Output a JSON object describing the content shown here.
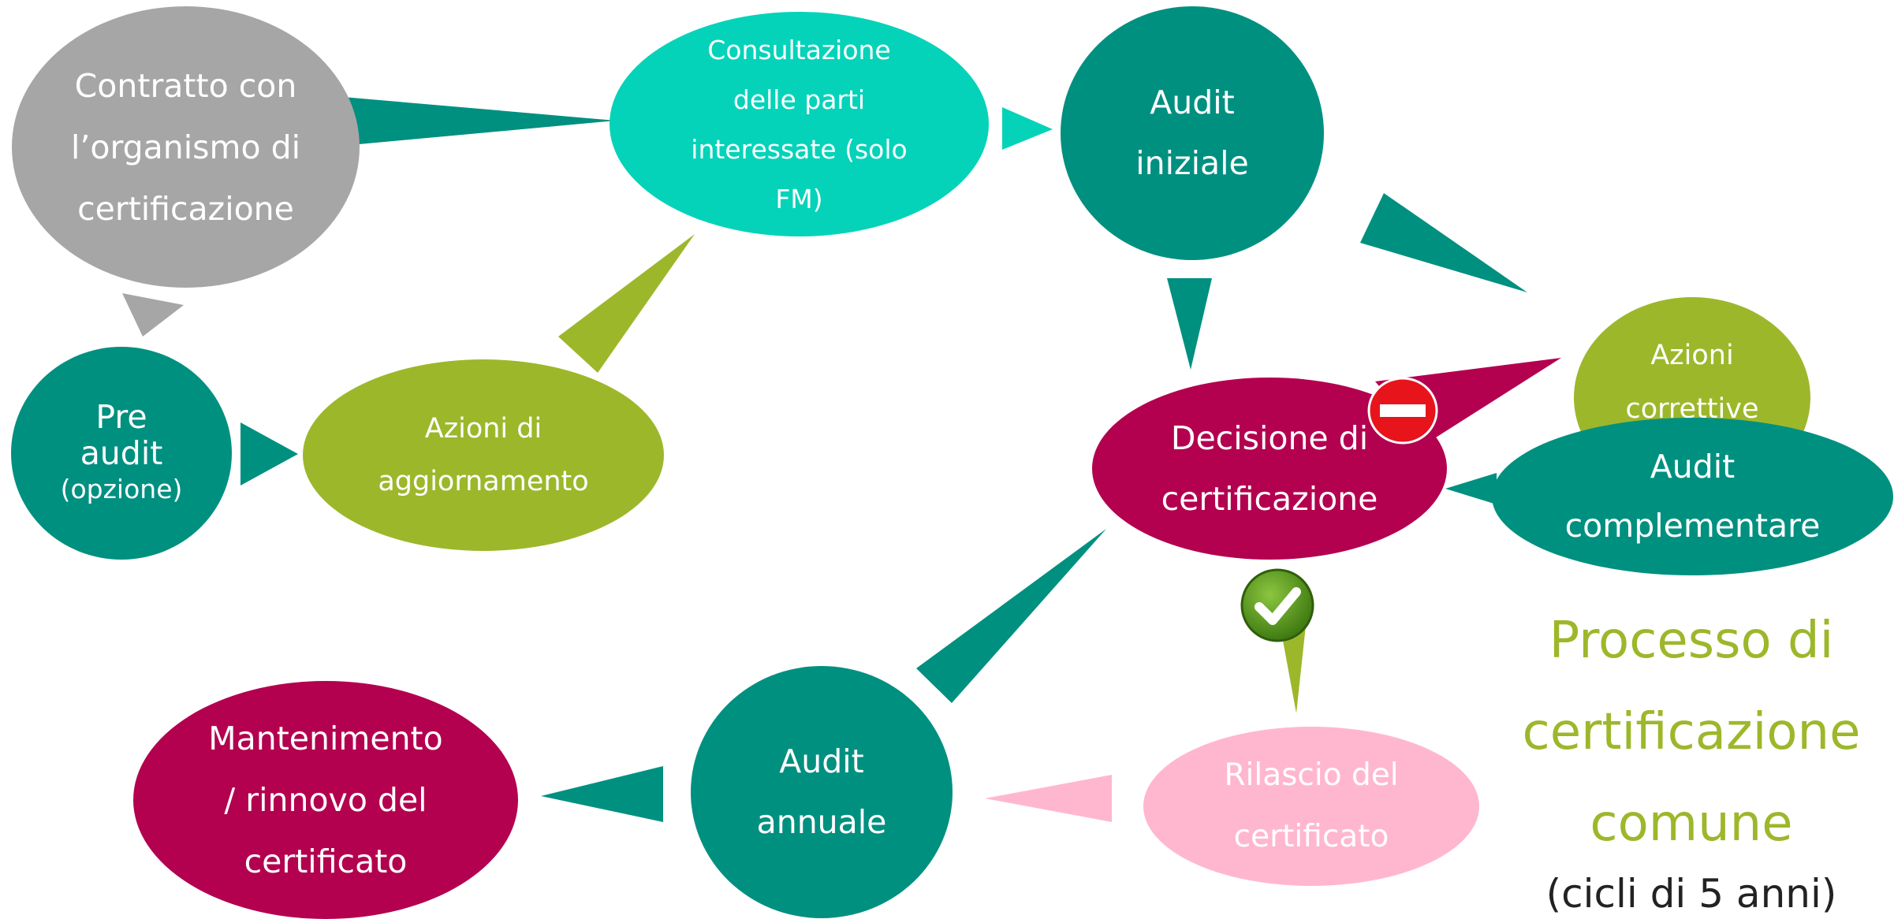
{
  "colors": {
    "teal": "#009080",
    "cyan": "#05d3b9",
    "gray": "#a6a6a6",
    "olive": "#9db72b",
    "magenta": "#b3004f",
    "pink": "#ffb7cf",
    "stop_red": "#e8141b",
    "check_green": "#5b9a1e"
  },
  "nodes": {
    "contratto": "Contratto con\nl’organismo di\ncertificazione",
    "consultazione": "Consultazione\ndelle parti\ninteressate (solo\nFM)",
    "audit_iniziale": "Audit\niniziale",
    "pre_audit": "Pre\naudit",
    "pre_audit_note": "(opzione)",
    "azioni_aggiornamento": "Azioni di\naggiornamento",
    "azioni_correttive": "Azioni\ncorrettive",
    "decisione": "Decisione di\ncertificazione",
    "audit_complementare": "Audit\ncomplementare",
    "audit_annuale": "Audit\nannuale",
    "mantenimento": "Mantenimento\n/ rinnovo del\ncertificato",
    "rilascio": "Rilascio del\ncertificato"
  },
  "title": {
    "main": "Processo di\ncertificazione\ncomune",
    "sub": "(cicli di 5 anni)"
  },
  "icons": {
    "stop": "no-entry-icon",
    "check": "check-mark-icon"
  }
}
